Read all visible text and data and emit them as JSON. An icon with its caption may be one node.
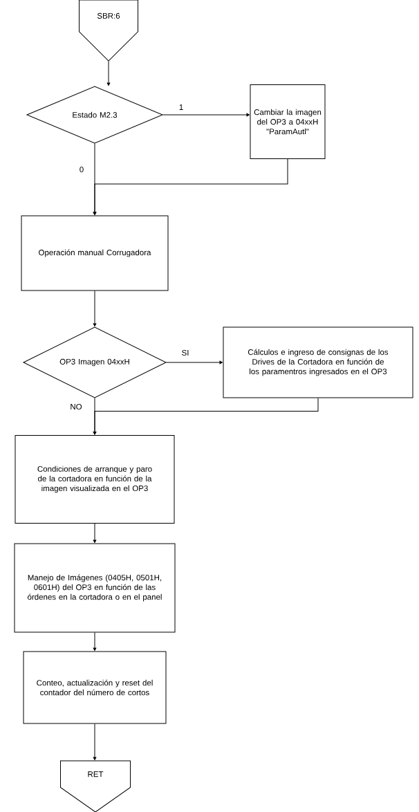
{
  "diagram": {
    "nodes": [
      {
        "text": [
          "SBR:6"
        ]
      },
      {
        "text": [
          "Estado M2.3"
        ]
      },
      {
        "text": [
          "Cambiar la imagen del OP3 a 04xxH \"ParamAutl\""
        ]
      },
      {
        "text": [
          "Operación manual Corrugadora"
        ]
      },
      {
        "text": [
          "OP3 Imagen 04xxH"
        ]
      },
      {
        "text": [
          "Cálculos e ingreso de consignas de los Drives de la Cortadora en función de los paramentros ingresados en el OP3"
        ]
      },
      {
        "text": [
          "Condiciones de arranque y paro de la cortadora en función de la imagen visualizada en el OP3"
        ]
      },
      {
        "text": [
          "Manejo de Imágenes (0405H, 0501H, 0601H) del OP3 en función de las órdenes en la cortadora o en el panel"
        ]
      },
      {
        "text": [
          "Conteo, actualización y reset del contador del número de cortos"
        ]
      },
      {
        "text": [
          "RET"
        ]
      }
    ],
    "edges": [
      {
        "from": 0,
        "to": 1,
        "arrow": "to"
      },
      {
        "from": 1,
        "to": 2,
        "arrow": "to",
        "label": "1"
      },
      {
        "from": 1,
        "to": 3,
        "arrow": "to",
        "label": "0"
      },
      {
        "from": 2,
        "to": 3,
        "arrow": "to"
      },
      {
        "from": 3,
        "to": 4,
        "arrow": "to"
      },
      {
        "from": 4,
        "to": 5,
        "arrow": "to",
        "label": "SI"
      },
      {
        "from": 4,
        "to": 6,
        "arrow": "to",
        "label": "NO"
      },
      {
        "from": 5,
        "to": 6,
        "arrow": "to"
      },
      {
        "from": 6,
        "to": 7,
        "arrow": "to"
      },
      {
        "from": 7,
        "to": 8,
        "arrow": "to"
      },
      {
        "from": 8,
        "to": 9,
        "arrow": "to"
      }
    ]
  }
}
